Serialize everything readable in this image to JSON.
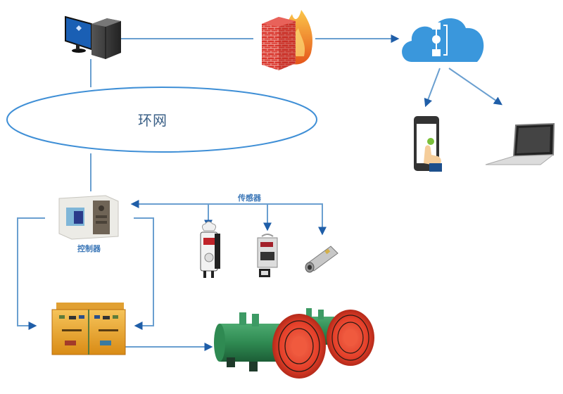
{
  "diagram": {
    "title": "",
    "nodes": {
      "workstation": {
        "kind": "desktop-computer",
        "label": ""
      },
      "firewall": {
        "kind": "firewall",
        "label": ""
      },
      "cloud": {
        "kind": "cloud-server",
        "label": ""
      },
      "phone": {
        "kind": "smartphone",
        "label": ""
      },
      "laptop": {
        "kind": "laptop",
        "label": ""
      },
      "ring_network": {
        "kind": "ring-network",
        "label": "环网"
      },
      "controller": {
        "kind": "controller-box",
        "label": "控制器"
      },
      "sensor_group": {
        "label": "传感器"
      },
      "sensors": [
        {
          "kind": "gas-sensor-detector"
        },
        {
          "kind": "sensor-display-unit"
        },
        {
          "kind": "cylindrical-sensor"
        }
      ],
      "switch_box": {
        "kind": "explosion-proof-switch"
      },
      "fans": {
        "kind": "axial-fan-pair",
        "count": 2
      }
    },
    "connections": [
      {
        "from": "workstation",
        "to": "firewall"
      },
      {
        "from": "firewall",
        "to": "cloud",
        "arrow": true
      },
      {
        "from": "cloud",
        "to": "phone",
        "arrow": true
      },
      {
        "from": "cloud",
        "to": "laptop",
        "arrow": true
      },
      {
        "from": "workstation",
        "to": "ring_network"
      },
      {
        "from": "ring_network",
        "to": "controller"
      },
      {
        "from": "sensor_group",
        "to": "controller",
        "arrow": true
      },
      {
        "from": "sensor_group",
        "to": "sensor-1",
        "arrow": true
      },
      {
        "from": "sensor_group",
        "to": "sensor-2",
        "arrow": true
      },
      {
        "from": "sensor_group",
        "to": "sensor-3",
        "arrow": true
      },
      {
        "from": "controller",
        "to": "switch_box",
        "arrow": true,
        "side": "left"
      },
      {
        "from": "controller",
        "to": "switch_box",
        "arrow": true,
        "side": "right"
      },
      {
        "from": "switch_box",
        "to": "fans",
        "arrow": true
      }
    ],
    "colors": {
      "line": "#6a9fd0",
      "arrowhead": "#1f5ea8",
      "ring": "#3f8fd6",
      "cloud": "#3a97dc",
      "firewall_brick": "#d9342b",
      "flame": "#f39a1e",
      "monitor_screen": "#1a5fb4",
      "switch_box": "#e9a326",
      "fan_body": "#2f8a52",
      "fan_face": "#e5402a"
    }
  }
}
